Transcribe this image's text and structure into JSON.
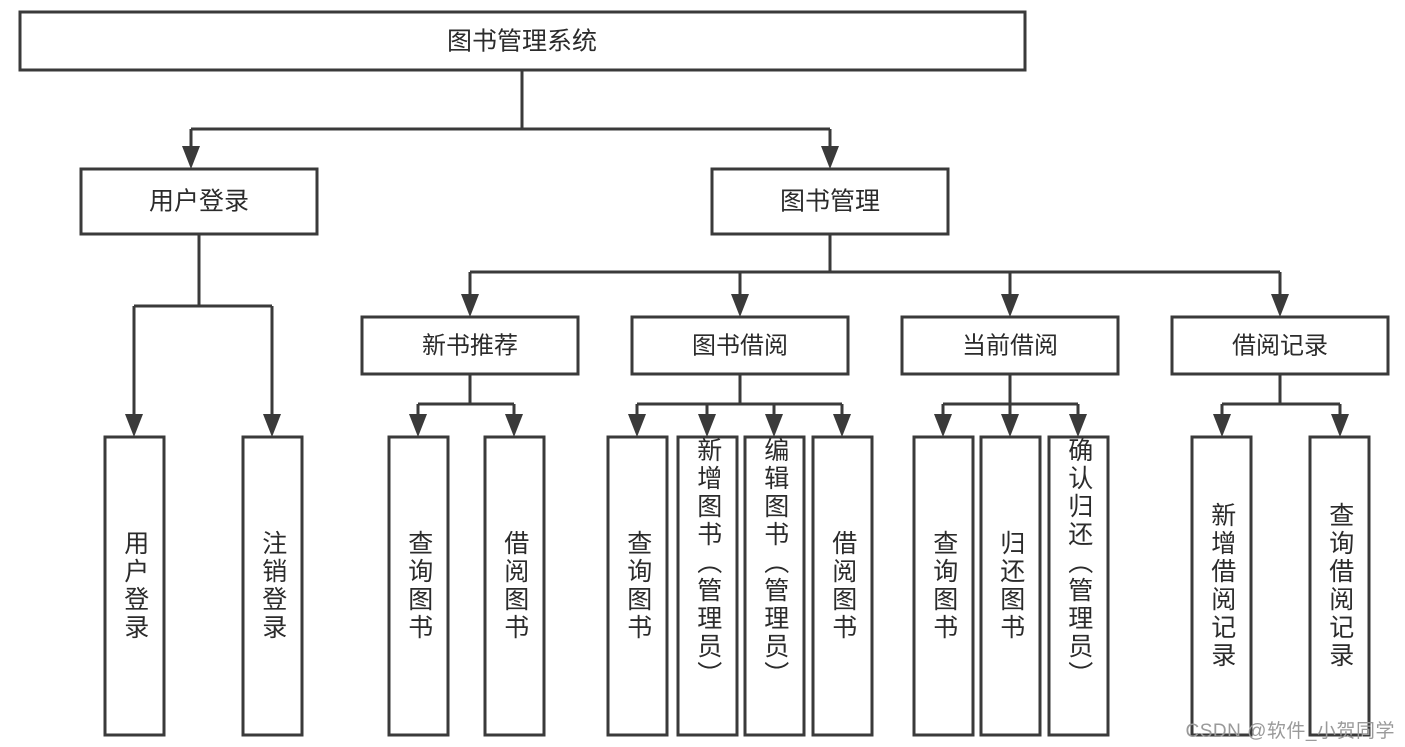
{
  "diagram": {
    "title": "图书管理系统",
    "type": "tree-hierarchy-chart",
    "watermark": "CSDN @软件_小贺同学",
    "colors": {
      "stroke": "#3a3a3a",
      "box_fill": "#ffffff",
      "text": "#2b2b2b",
      "background": "#ffffff",
      "watermark": "#9a9a9a"
    },
    "root": {
      "label": "图书管理系统"
    },
    "level1": [
      {
        "label": "用户登录"
      },
      {
        "label": "图书管理"
      }
    ],
    "level2": [
      {
        "label": "新书推荐"
      },
      {
        "label": "图书借阅"
      },
      {
        "label": "当前借阅"
      },
      {
        "label": "借阅记录"
      }
    ],
    "leaves": {
      "user_login": [
        {
          "label": "用户登录"
        },
        {
          "label": "注销登录"
        }
      ],
      "new_book_recommend": [
        {
          "label": "查询图书"
        },
        {
          "label": "借阅图书"
        }
      ],
      "book_borrow": [
        {
          "label": "查询图书"
        },
        {
          "label": "新增图书（管理员）"
        },
        {
          "label": "编辑图书（管理员）"
        },
        {
          "label": "借阅图书"
        }
      ],
      "current_borrow": [
        {
          "label": "查询图书"
        },
        {
          "label": "归还图书"
        },
        {
          "label": "确认归还（管理员）"
        }
      ],
      "borrow_record": [
        {
          "label": "新增借阅记录"
        },
        {
          "label": "查询借阅记录"
        }
      ]
    }
  }
}
